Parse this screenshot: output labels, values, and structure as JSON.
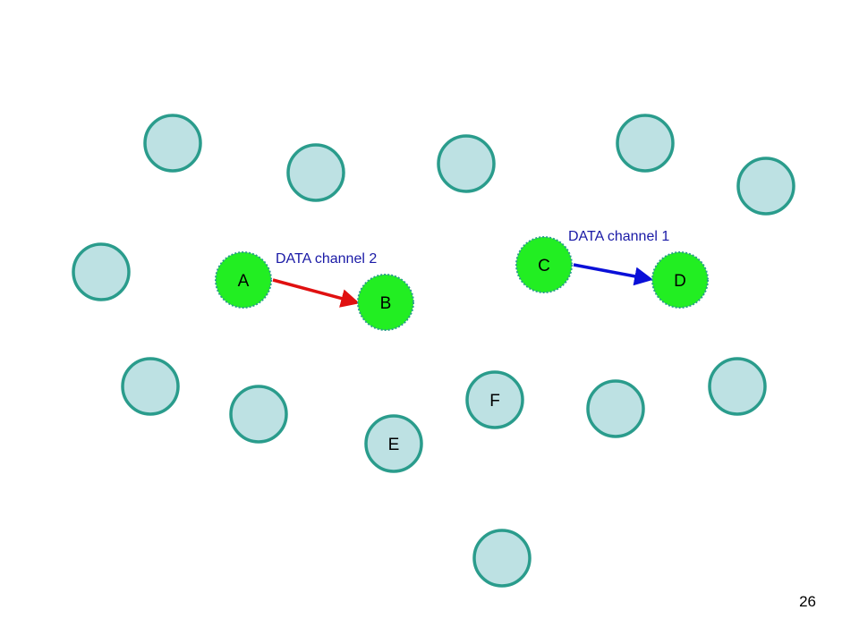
{
  "colors": {
    "idle_fill": "#bde1e3",
    "idle_stroke": "#2a9c8c",
    "active_fill": "#22ee22",
    "active_stroke": "#2a9c8c",
    "channel2_color": "#e01010",
    "channel1_color": "#0a10d8",
    "label_color": "#1a1aa6"
  },
  "nodes": {
    "A": {
      "label": "A"
    },
    "B": {
      "label": "B"
    },
    "C": {
      "label": "C"
    },
    "D": {
      "label": "D"
    },
    "E": {
      "label": "E"
    },
    "F": {
      "label": "F"
    }
  },
  "links": {
    "channel2": {
      "label": "DATA channel 2",
      "from": "A",
      "to": "B"
    },
    "channel1": {
      "label": "DATA channel 1",
      "from": "C",
      "to": "D"
    }
  },
  "page_number": "26"
}
